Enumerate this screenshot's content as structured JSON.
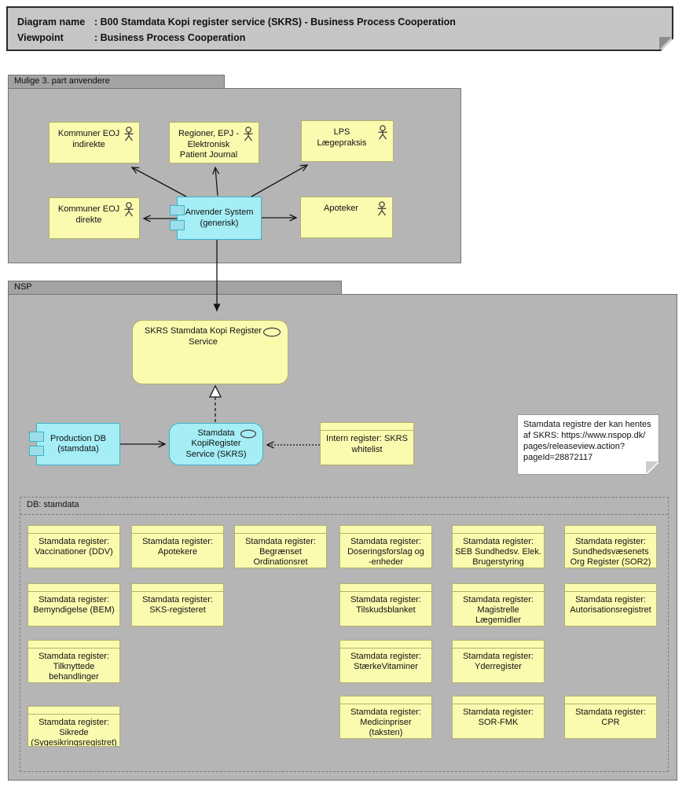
{
  "title_box": {
    "rows": [
      {
        "label": "Diagram name",
        "value": ": B00 Stamdata Kopi register service (SKRS) - Business Process Cooperation"
      },
      {
        "label": "Viewpoint",
        "value": ": Business Process Cooperation"
      }
    ]
  },
  "groups": {
    "third_party": "Mulige 3. part anvendere",
    "nsp": "NSP",
    "db": "DB: stamdata"
  },
  "nodes": {
    "kommuner_eoj_indirekte": "Kommuner EOJ\nindirekte",
    "regioner_epj": "Regioner, EPJ -\nElektronisk\nPatient Journal",
    "lps": "LPS\nLægepraksis",
    "kommuner_eoj_direkte": "Kommuner EOJ\ndirekte",
    "anvender_system": "Anvender System\n(generisk)",
    "apoteker": "Apoteker",
    "skrs_service": "SKRS Stamdata Kopi Register\nService",
    "production_db": "Production DB\n(stamdata)",
    "kopiregister_service": "Stamdata\nKopiRegister\nService (SKRS)",
    "intern_register": "Intern register: SKRS\nwhitelist"
  },
  "note": "Stamdata registre der kan hentes\naf SKRS: https://www.nspop.dk/\npages/releaseview.action?\npageId=28872117",
  "registers": [
    "Stamdata register:\nVaccinationer (DDV)",
    "Stamdata register:\nApotekere",
    "Stamdata register:\nBegrænset\nOrdinationsret",
    "Stamdata register:\nDoseringsforslag og\n-enheder",
    "Stamdata register:\nSEB Sundhedsv. Elek.\nBrugerstyring",
    "Stamdata register:\nSundhedsvæsenets\nOrg Register (SOR2)",
    "Stamdata register:\nBemyndigelse (BEM)",
    "Stamdata register:\nSKS-registeret",
    "Stamdata register:\nTilskudsblanket",
    "Stamdata register:\nMagistrelle\nLægemidler",
    "Stamdata register:\nAutorisationsregistret",
    "Stamdata register:\nTilknyttede\nbehandlinger",
    "Stamdata register:\nStærkeVitaminer",
    "Stamdata register:\nYderregister",
    "Stamdata register:\nSikrede\n(Sygesikringsregistret)",
    "Stamdata register:\nMedicinpriser\n(taksten)",
    "Stamdata register:\nSOR-FMK",
    "Stamdata register:\nCPR"
  ],
  "colors": {
    "business_yellow": "#fbfbb0",
    "application_cyan": "#a5eef6",
    "group_gray": "#b5b5b5",
    "group_tab_gray": "#a3a3a3",
    "title_gray": "#c6c6c6",
    "note_white": "#ffffff"
  }
}
